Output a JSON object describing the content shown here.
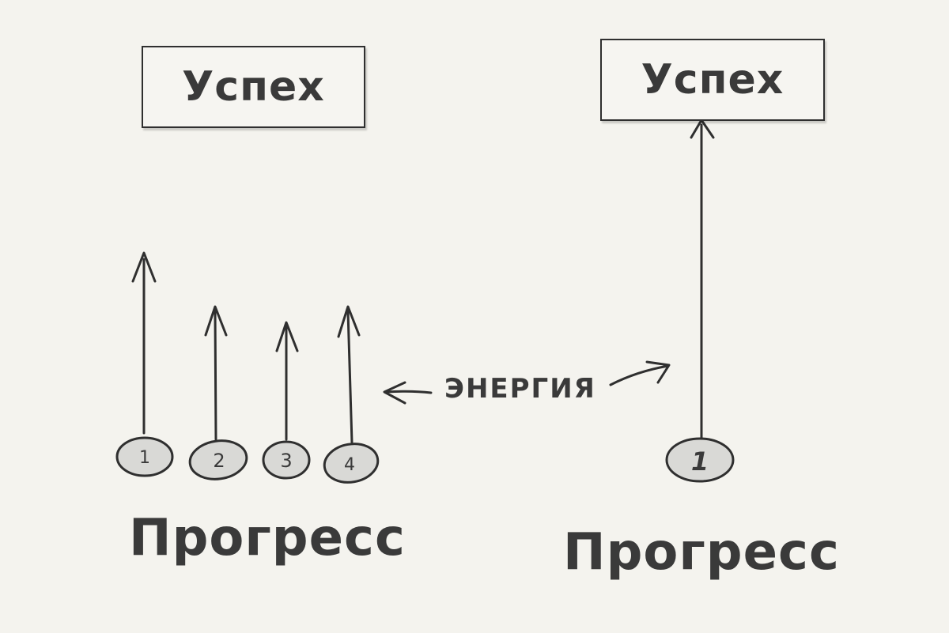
{
  "left_panel": {
    "success_label": "Успех",
    "progress_label": "Прогресс",
    "coins": [
      "1",
      "2",
      "3",
      "4"
    ]
  },
  "right_panel": {
    "success_label": "Успех",
    "progress_label": "Прогресс",
    "coins": [
      "1"
    ]
  },
  "energy_label": "ЭНЕРГИЯ",
  "colors": {
    "background": "#f4f3ee",
    "ink": "#2f2f2f",
    "coin_fill": "#d9d9d6"
  }
}
